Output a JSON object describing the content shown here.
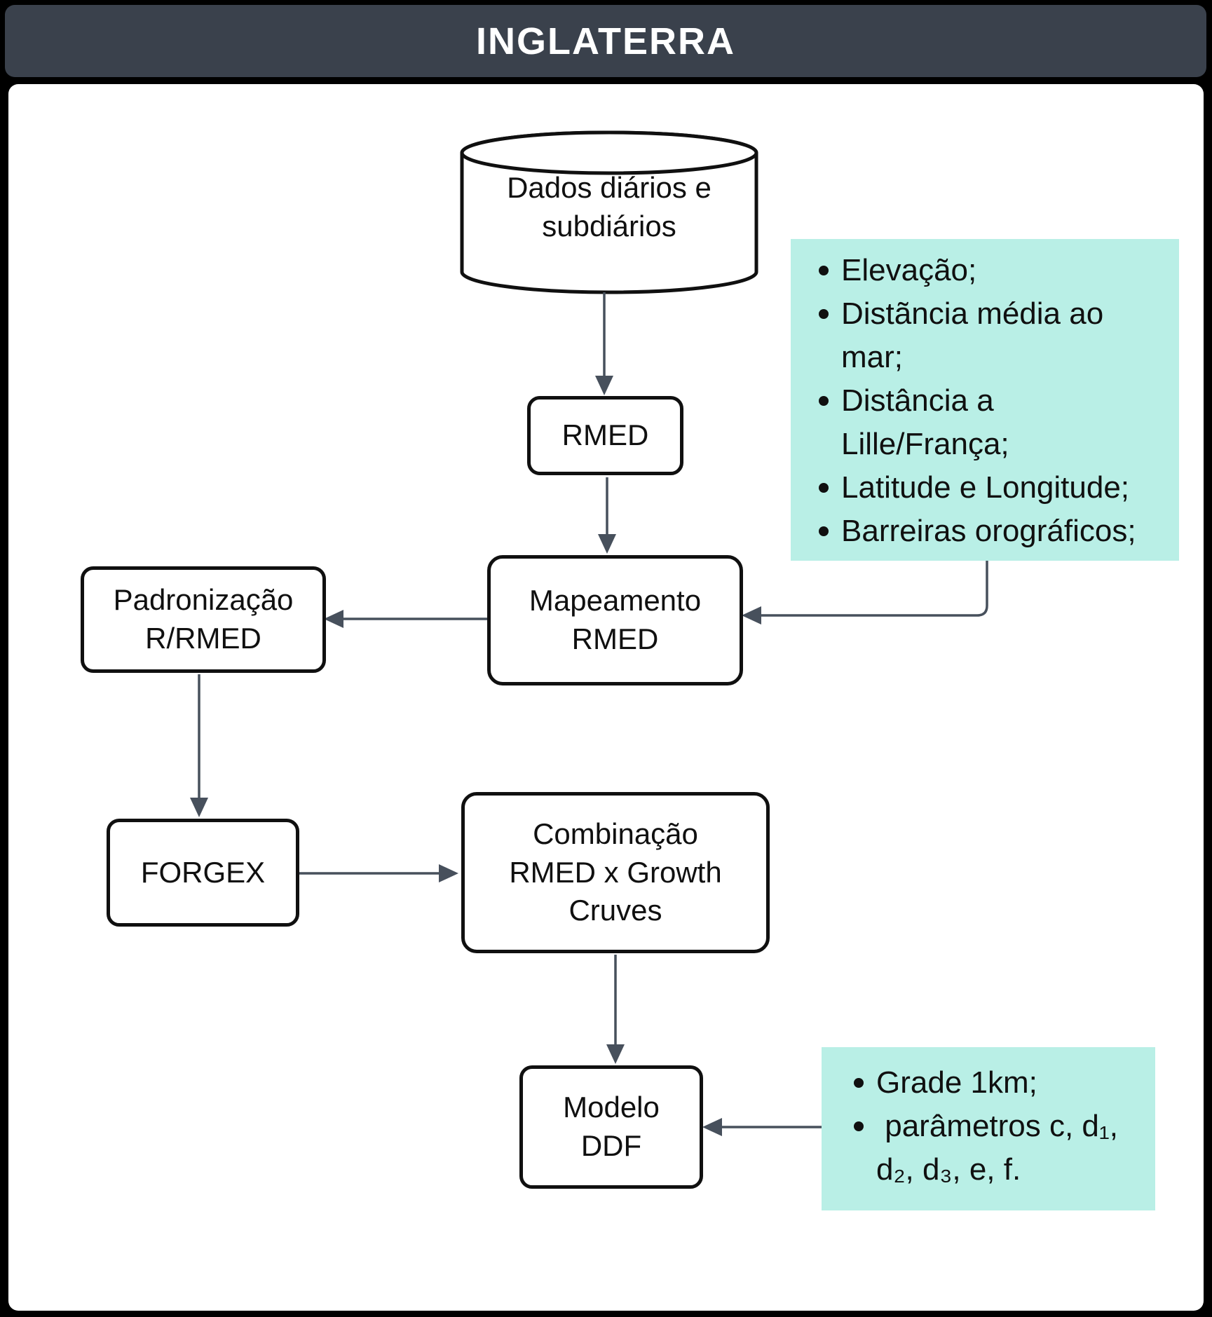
{
  "header": {
    "title": "INGLATERRA"
  },
  "colors": {
    "canvas_bg": "#000000",
    "panel_bg": "#ffffff",
    "header_bg": "#3a414c",
    "header_text": "#ffffff",
    "note_bg": "#b9efe6",
    "connector": "#47505c",
    "box_border": "#101010",
    "text": "#101010"
  },
  "nodes": {
    "datastore": {
      "shape": "cylinder",
      "label": "Dados diários e\nsubdiários"
    },
    "rmed": {
      "shape": "rect",
      "label": "RMED"
    },
    "mapeamento": {
      "shape": "rect",
      "label": "Mapeamento\nRMED"
    },
    "padronizacao": {
      "shape": "rect",
      "label": "Padronização\nR/RMED"
    },
    "forgex": {
      "shape": "rect",
      "label": "FORGEX"
    },
    "combinacao": {
      "shape": "rect",
      "label": "Combinação\nRMED x Growth\nCruves"
    },
    "modelo": {
      "shape": "rect",
      "label": "Modelo\nDDF"
    }
  },
  "notes": {
    "mapeamento_factors": {
      "items": [
        "Elevação;",
        "Distãncia média ao\nmar;",
        "Distância a\nLille/França;",
        "Latitude e Longitude;",
        "Barreiras orográficos;"
      ]
    },
    "modelo_params": {
      "items": [
        "Grade 1km;",
        " parâmetros c, d₁,\nd₂, d₃, e, f."
      ]
    }
  }
}
